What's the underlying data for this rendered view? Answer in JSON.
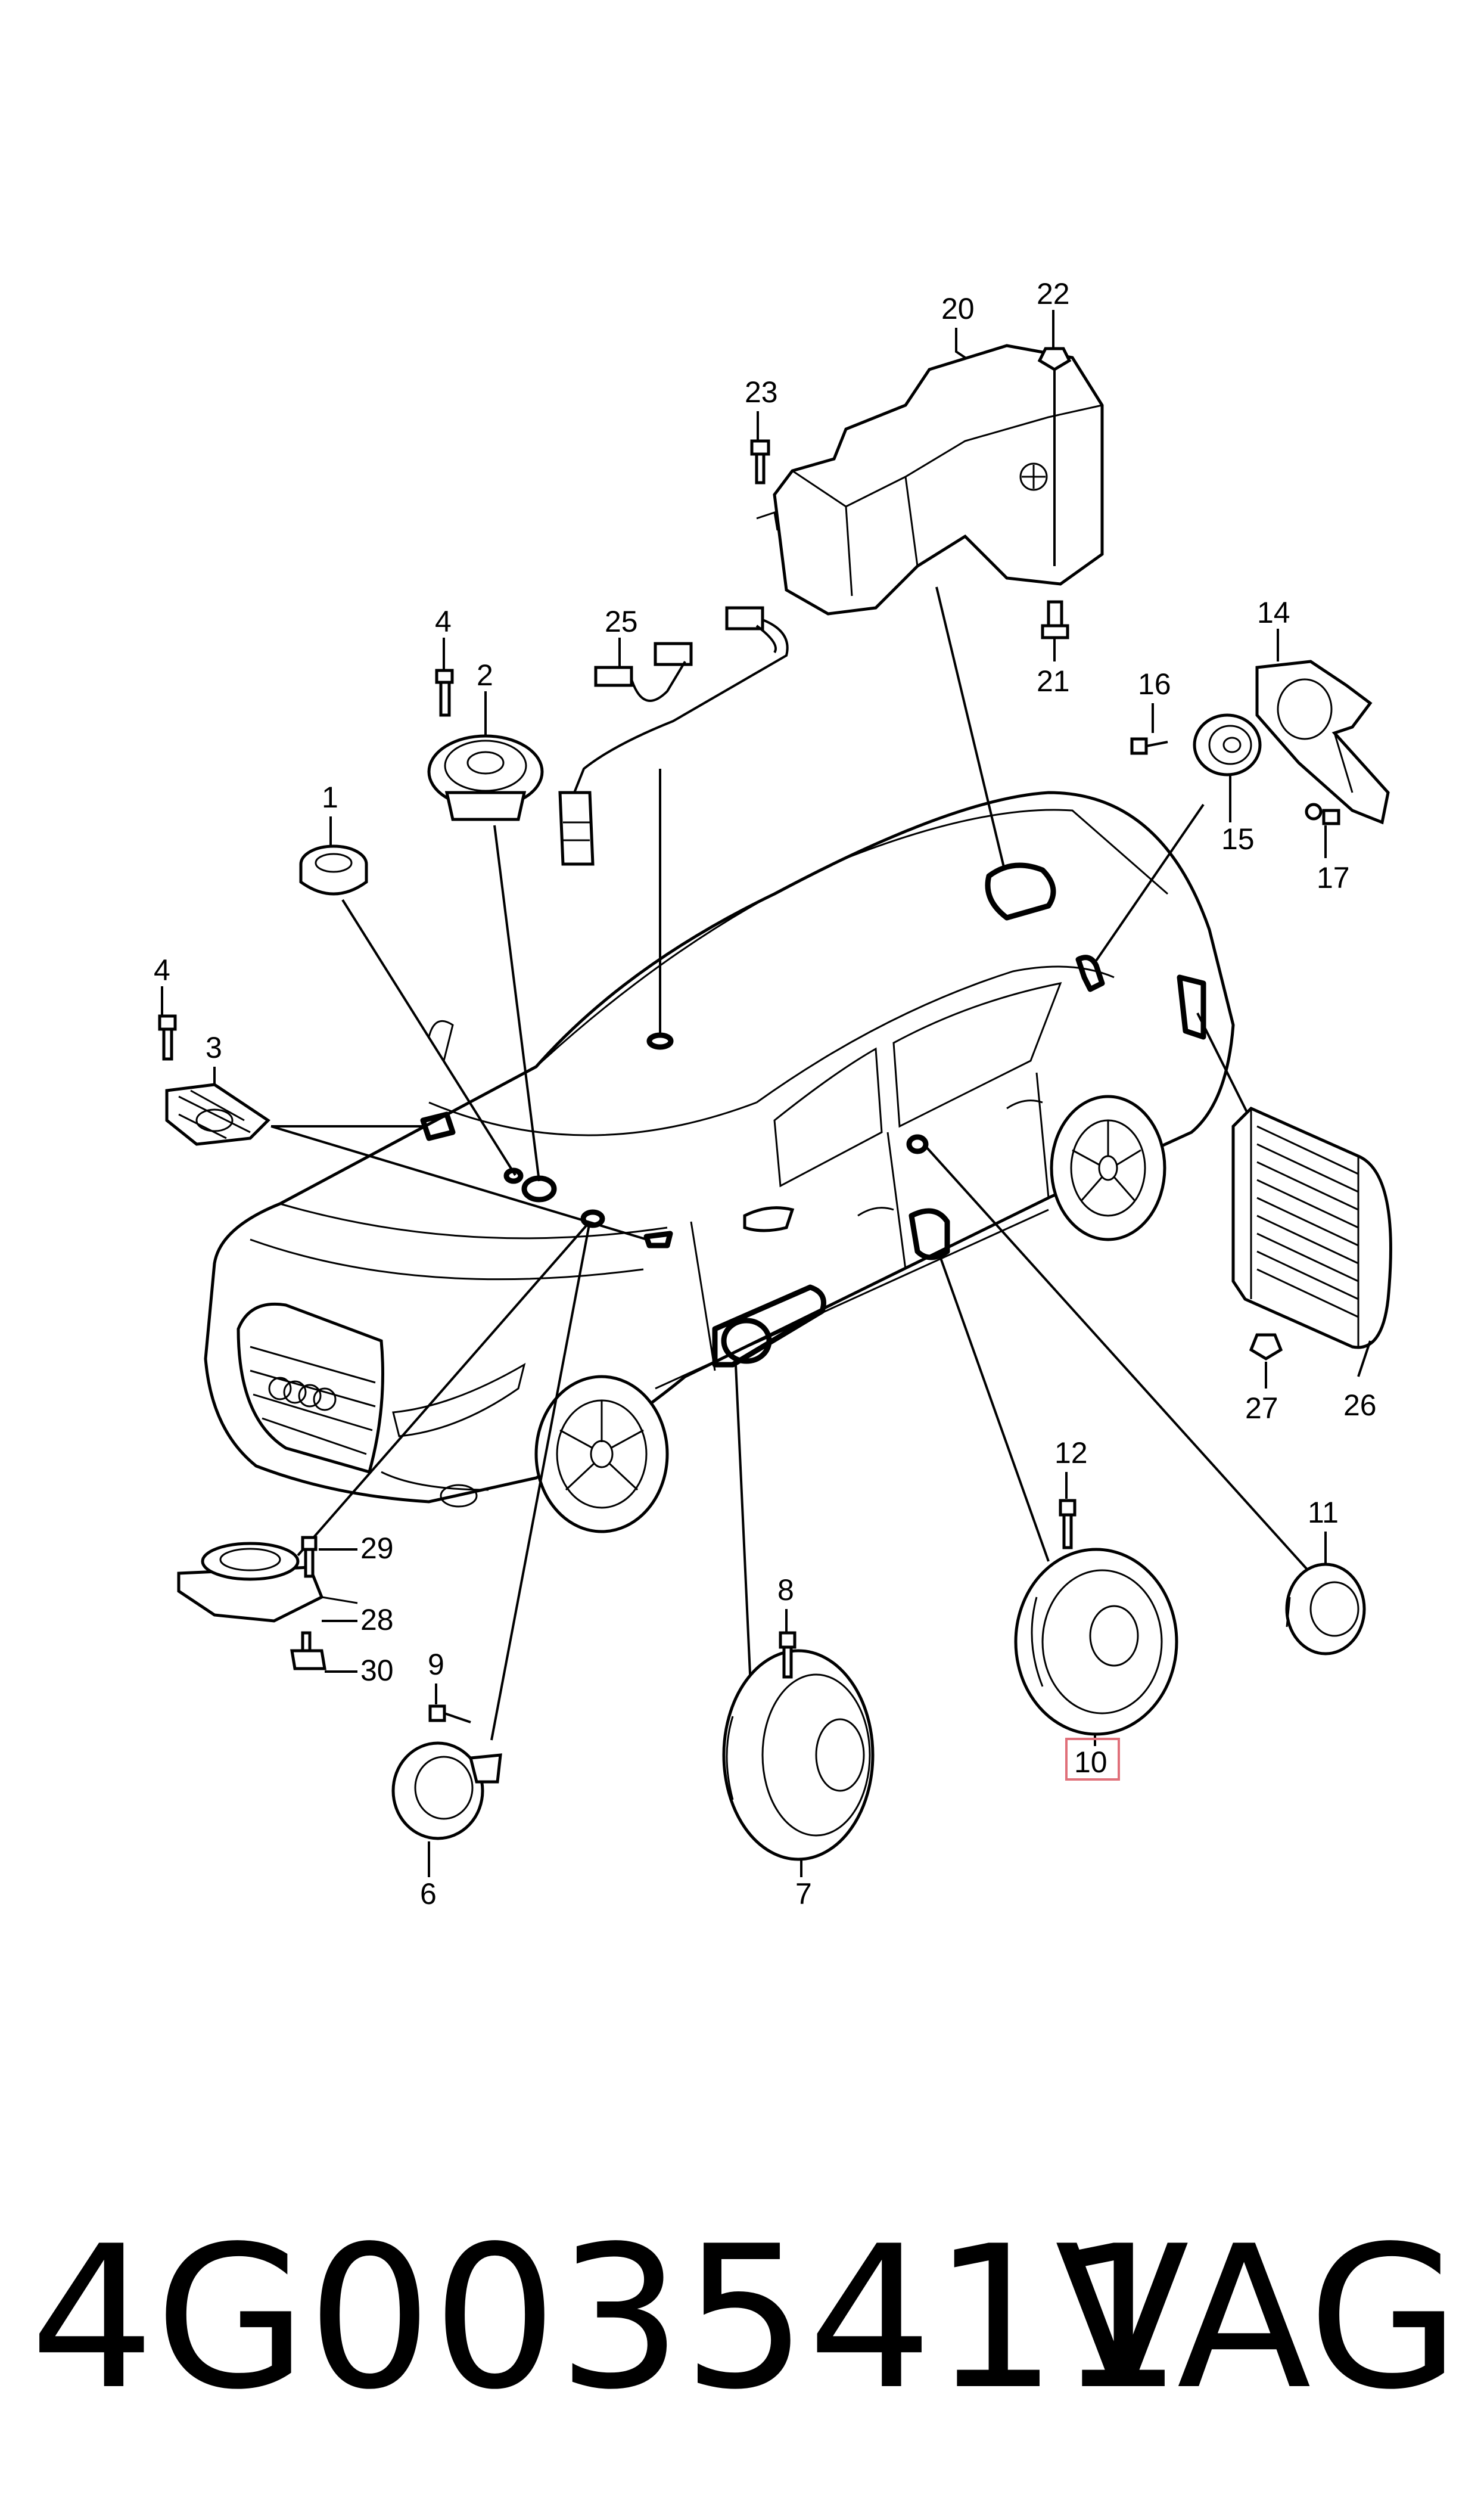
{
  "callouts": {
    "c1": "1",
    "c2": "2",
    "c3": "3",
    "c4a": "4",
    "c4b": "4",
    "c6": "6",
    "c7": "7",
    "c8": "8",
    "c9": "9",
    "c10": "10",
    "c11": "11",
    "c12": "12",
    "c14": "14",
    "c15": "15",
    "c16": "16",
    "c17": "17",
    "c20": "20",
    "c21": "21",
    "c22": "22",
    "c23": "23",
    "c25": "25",
    "c26": "26",
    "c27": "27",
    "c28": "28",
    "c29": "29",
    "c30": "30"
  },
  "highlight_color": "#e0707a",
  "footer": {
    "part_number": "4G0035411",
    "brand": "VAG"
  }
}
